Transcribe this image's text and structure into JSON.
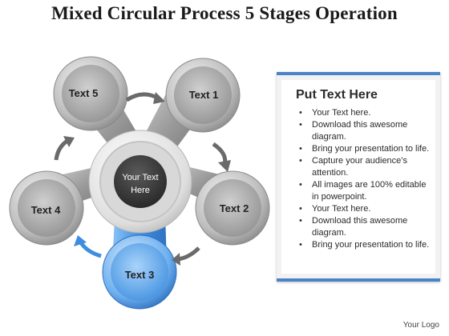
{
  "title": "Mixed Circular Process 5 Stages Operation",
  "diagram": {
    "center_line1": "Your Text",
    "center_line2": "Here",
    "nodes": [
      "Text 1",
      "Text 2",
      "Text 3",
      "Text 4",
      "Text 5"
    ],
    "highlight_node": "Text 3",
    "colors": {
      "gray": "#8c8c8c",
      "accent": "#3d8ee0",
      "center": "#3a3a3a"
    }
  },
  "panel": {
    "heading": "Put Text Here",
    "bullets": [
      "Your Text here.",
      "Download this awesome diagram.",
      "Bring your presentation to life.",
      "Capture your audience’s attention.",
      "All images are 100% editable in powerpoint.",
      "Your Text here.",
      "Download this awesome diagram.",
      "Bring your presentation to life."
    ]
  },
  "logo": "Your Logo"
}
